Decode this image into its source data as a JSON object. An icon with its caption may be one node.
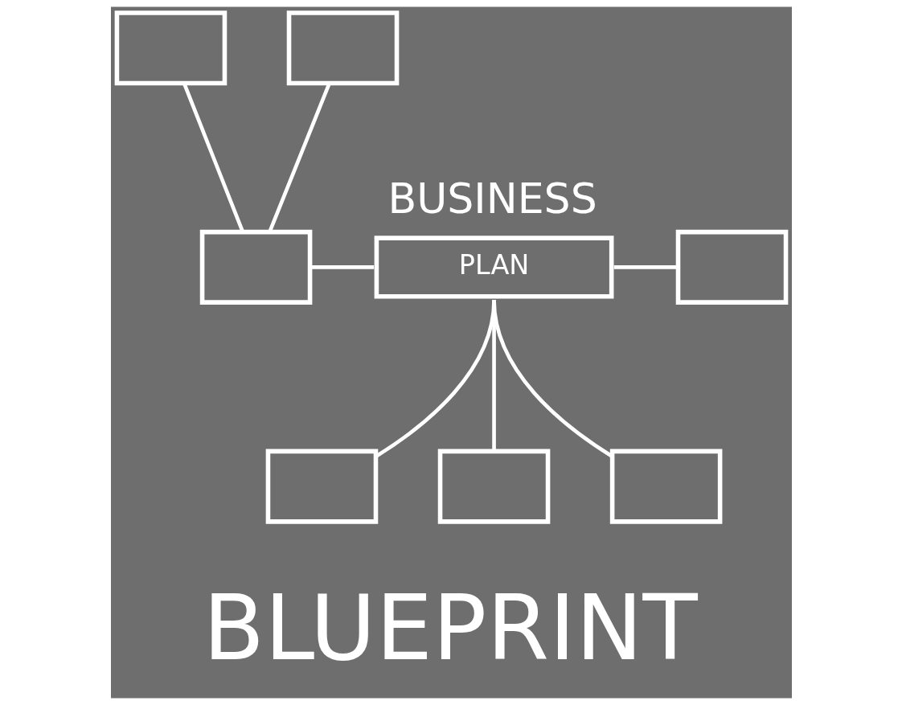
{
  "diagram": {
    "title": "BLUEPRINT",
    "nodes": [
      {
        "text": [],
        "shape": "box"
      },
      {
        "text": [],
        "shape": "box"
      },
      {
        "text": [],
        "shape": "box"
      },
      {
        "text": [
          "BUSINESS",
          "PLAN"
        ]
      },
      {
        "text": [],
        "shape": "box"
      },
      {
        "text": [],
        "shape": "box"
      },
      {
        "text": [],
        "shape": "box"
      },
      {
        "text": [],
        "shape": "box"
      }
    ],
    "edges": [
      {
        "from": 0,
        "to": 2,
        "arrow": "none"
      },
      {
        "from": 1,
        "to": 2,
        "arrow": "none"
      },
      {
        "from": 2,
        "to": 3,
        "arrow": "none"
      },
      {
        "from": 3,
        "to": 4,
        "arrow": "none"
      },
      {
        "from": 3,
        "to": 5,
        "arrow": "none"
      },
      {
        "from": 3,
        "to": 6,
        "arrow": "none"
      },
      {
        "from": 3,
        "to": 7,
        "arrow": "none"
      }
    ]
  }
}
